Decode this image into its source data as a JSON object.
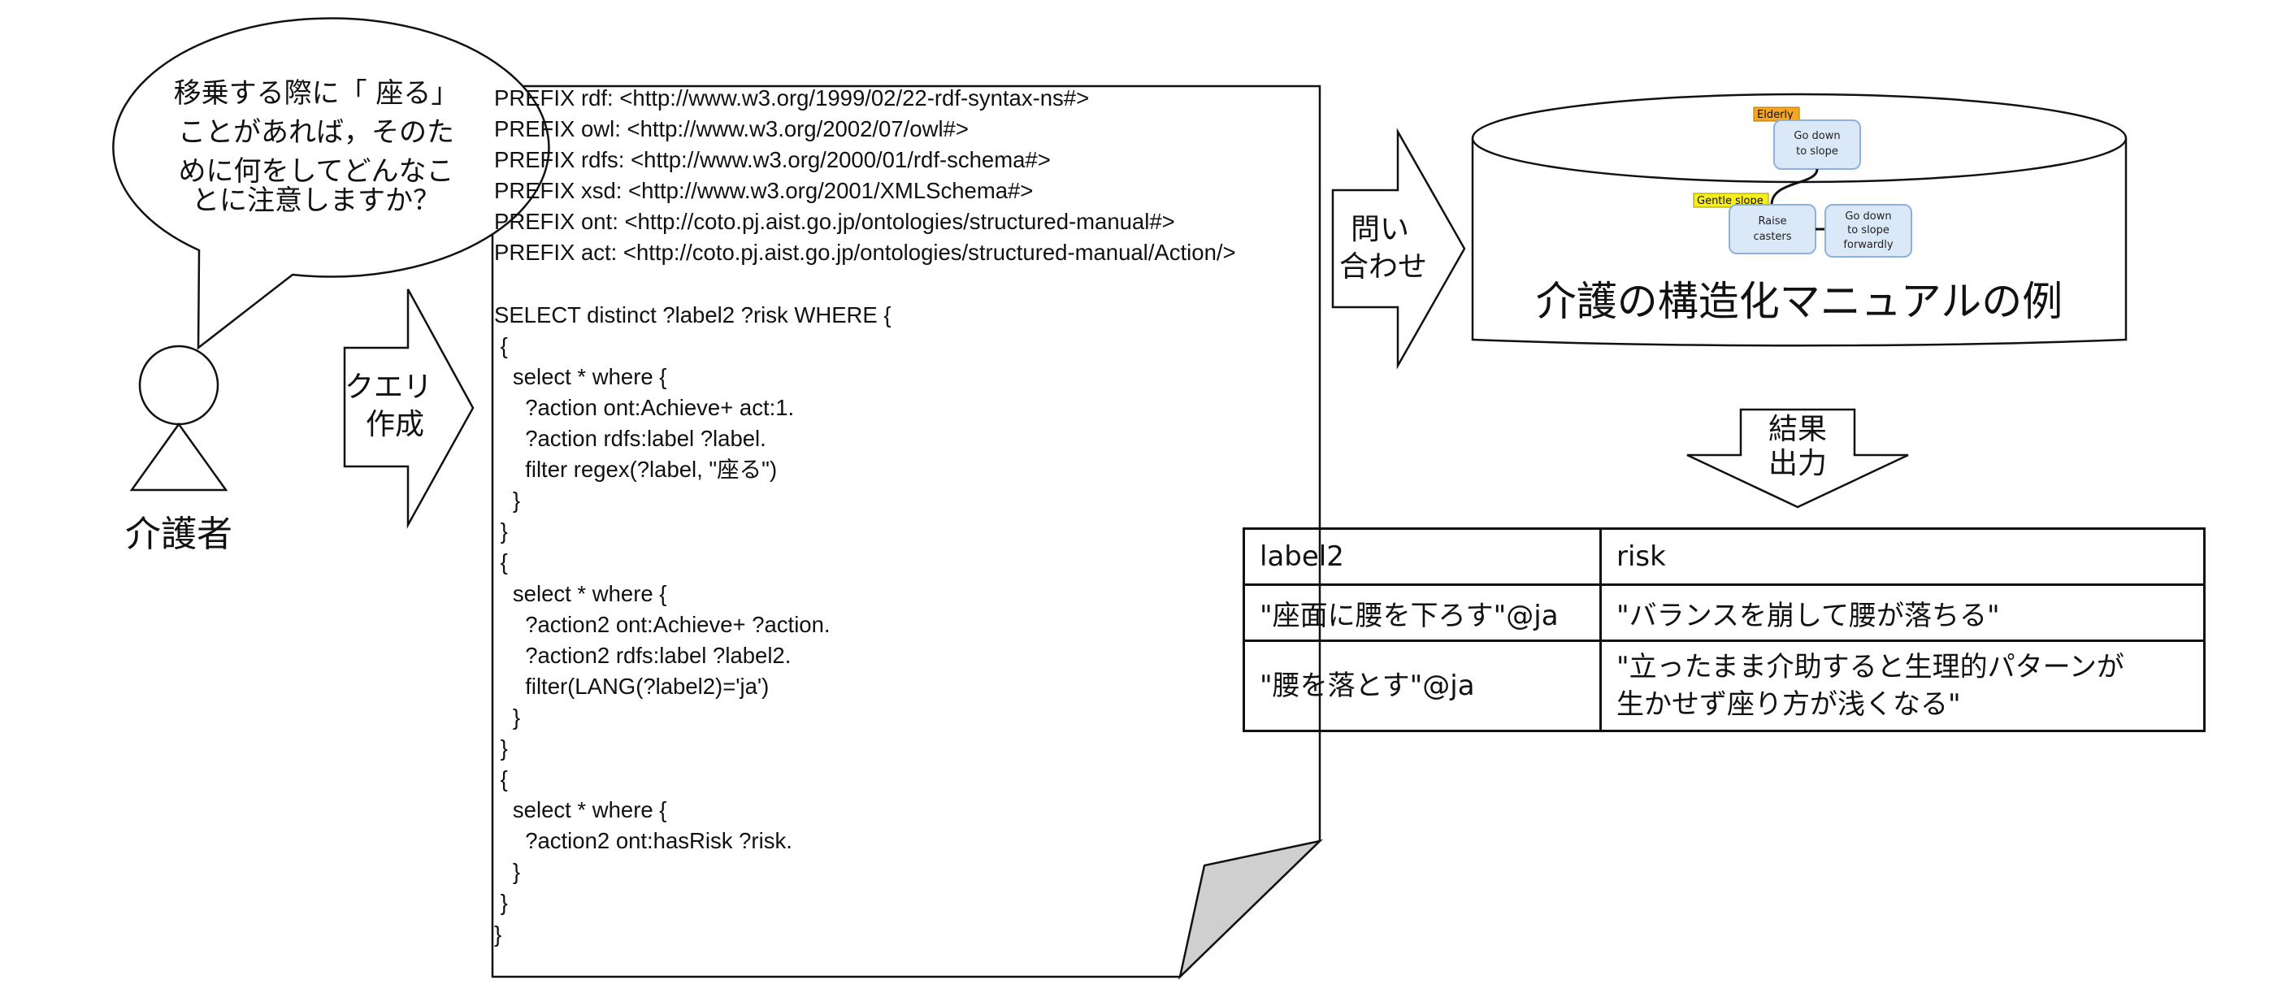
{
  "speech": {
    "lines": [
      "移乗する際に「 座る」",
      "ことがあれば，そのた",
      "めに何をしてどんなこ",
      "とに注意しますか？"
    ]
  },
  "actor": {
    "label": "介護者"
  },
  "arrows": {
    "query_lines": [
      "クエリ",
      "作成"
    ],
    "ask_lines": [
      "問い",
      "合わせ"
    ],
    "result_lines": [
      "結果",
      "出力"
    ]
  },
  "query_lines": [
    "PREFIX rdf: <http://www.w3.org/1999/02/22-rdf-syntax-ns#>",
    "PREFIX owl: <http://www.w3.org/2002/07/owl#>",
    "PREFIX rdfs: <http://www.w3.org/2000/01/rdf-schema#>",
    "PREFIX xsd: <http://www.w3.org/2001/XMLSchema#>",
    "PREFIX ont: <http://coto.pj.aist.go.jp/ontologies/structured-manual#>",
    "PREFIX act: <http://coto.pj.aist.go.jp/ontologies/structured-manual/Action/>",
    "",
    "SELECT distinct ?label2 ?risk WHERE {",
    " {",
    "   select * where {",
    "     ?action ont:Achieve+ act:1.",
    "     ?action rdfs:label ?label.",
    "     filter regex(?label, \"座る\")",
    "   }",
    " }",
    " {",
    "   select * where {",
    "     ?action2 ont:Achieve+ ?action.",
    "     ?action2 rdfs:label ?label2.",
    "     filter(LANG(?label2)='ja')",
    "   }",
    " }",
    " {",
    "   select * where {",
    "     ?action2 ont:hasRisk ?risk.",
    "   }",
    " }",
    "}"
  ],
  "database": {
    "title": "介護の構造化マニュアルの例",
    "tags": {
      "elderly": "Elderly",
      "gentle_slope": "Gentle slope"
    },
    "nodes": {
      "top": [
        "Go down",
        "to slope"
      ],
      "left": [
        "Raise",
        "casters"
      ],
      "right": [
        "Go down",
        "to slope",
        "forwardly"
      ]
    }
  },
  "result_table": {
    "headers": [
      "label2",
      "risk"
    ],
    "rows": [
      [
        "\"座面に腰を下ろす\"@ja",
        "\"バランスを崩して腰が落ちる\""
      ],
      [
        "\"腰を落とす\"@ja",
        "\"立ったまま介助すると生理的パターンが\n生かせず座り方が浅くなる\""
      ]
    ]
  },
  "colors": {
    "node_fill": "#dbe8f7",
    "node_stroke": "#8fb1dd",
    "tag_elderly": "#f5a623",
    "tag_gentle": "#f7ee1c",
    "fold": "#cfcfcf"
  }
}
